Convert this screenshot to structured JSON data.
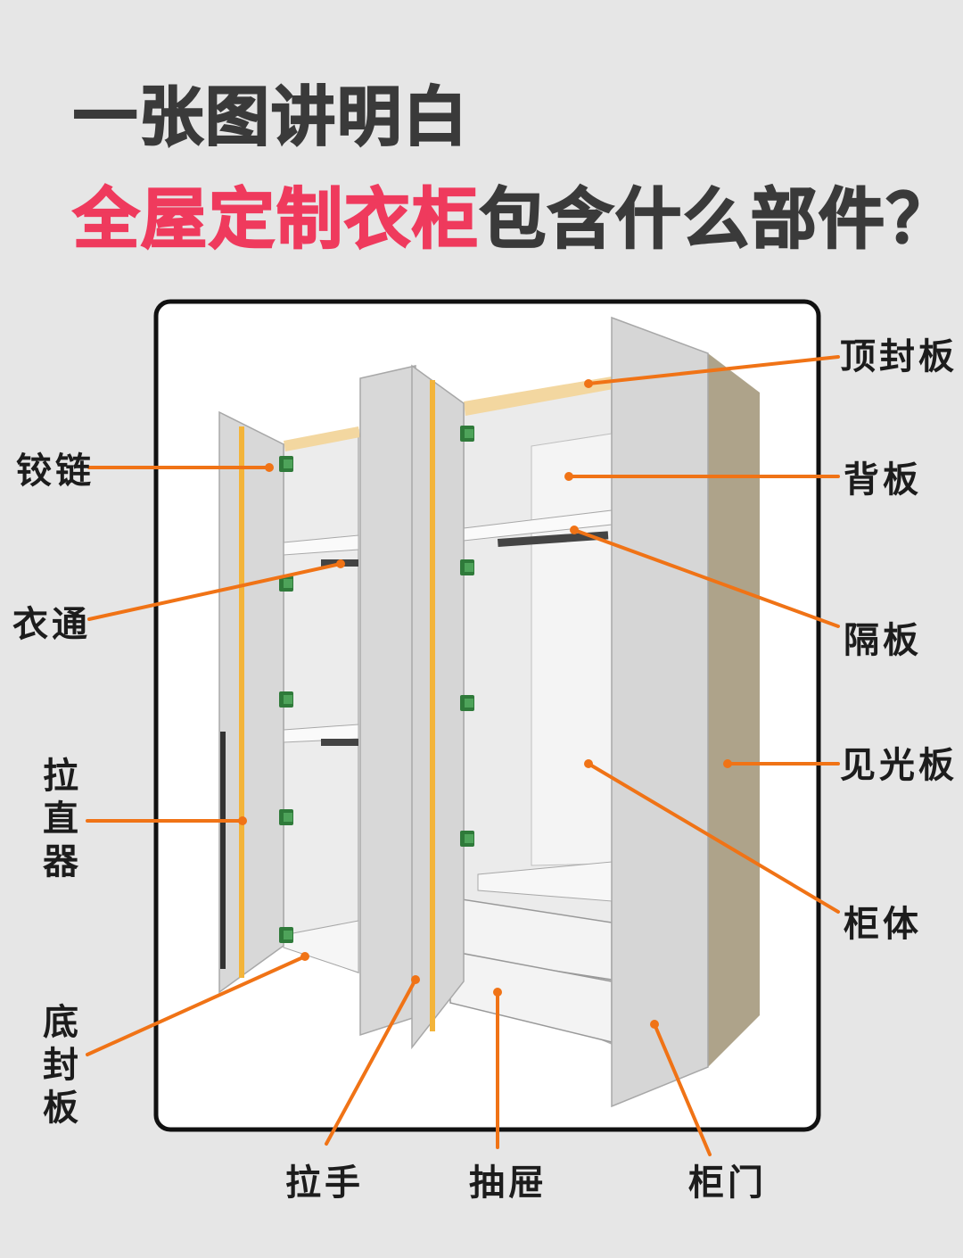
{
  "header": {
    "line1": "一张图讲明白",
    "line2_highlight": "全屋定制衣柜",
    "line2_rest": "包含什么部件？"
  },
  "labels": {
    "top_seal": "顶封板",
    "back_panel": "背板",
    "shelf": "隔板",
    "side_panel": "见光板",
    "cabinet_body": "柜体",
    "hinge": "铰链",
    "hanging_rod": "衣通",
    "door_straightener": "拉直器",
    "bottom_seal": "底封板",
    "handle": "拉手",
    "drawer": "抽屉",
    "cabinet_door": "柜门"
  },
  "colors": {
    "title_dark": "#3a3a3a",
    "title_highlight": "#ef3a5d",
    "leader_line": "#f07316",
    "hinge": "#2f7a3a",
    "top_seal": "#f3d7a0",
    "side_panel": "#aea38a",
    "straightener": "#f3b43a"
  }
}
